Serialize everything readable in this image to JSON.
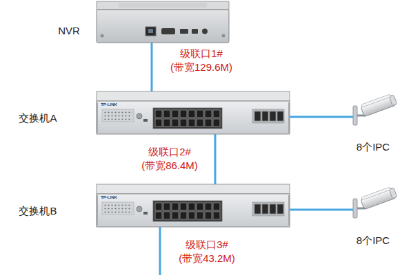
{
  "diagram": {
    "nodes": [
      {
        "text": [
          "NVR"
        ]
      },
      {
        "text": [
          "交换机A"
        ]
      },
      {
        "text": [
          "交换机B"
        ]
      },
      {
        "text": [
          "8个IPC"
        ]
      },
      {
        "text": [
          "8个IPC"
        ]
      }
    ],
    "edges": [
      {
        "from": 0,
        "to": 1,
        "arrow": "none",
        "label": "级联口1# (带宽129.6M)"
      },
      {
        "from": 1,
        "to": 2,
        "arrow": "none",
        "label": "级联口2# (带宽86.4M)"
      },
      {
        "from": 1,
        "to": 3,
        "arrow": "none"
      },
      {
        "from": 2,
        "to": 4,
        "arrow": "none"
      }
    ],
    "labels": [
      "TP-LINK",
      "TP-LINK",
      "级联口3# (带宽43.2M)"
    ]
  }
}
